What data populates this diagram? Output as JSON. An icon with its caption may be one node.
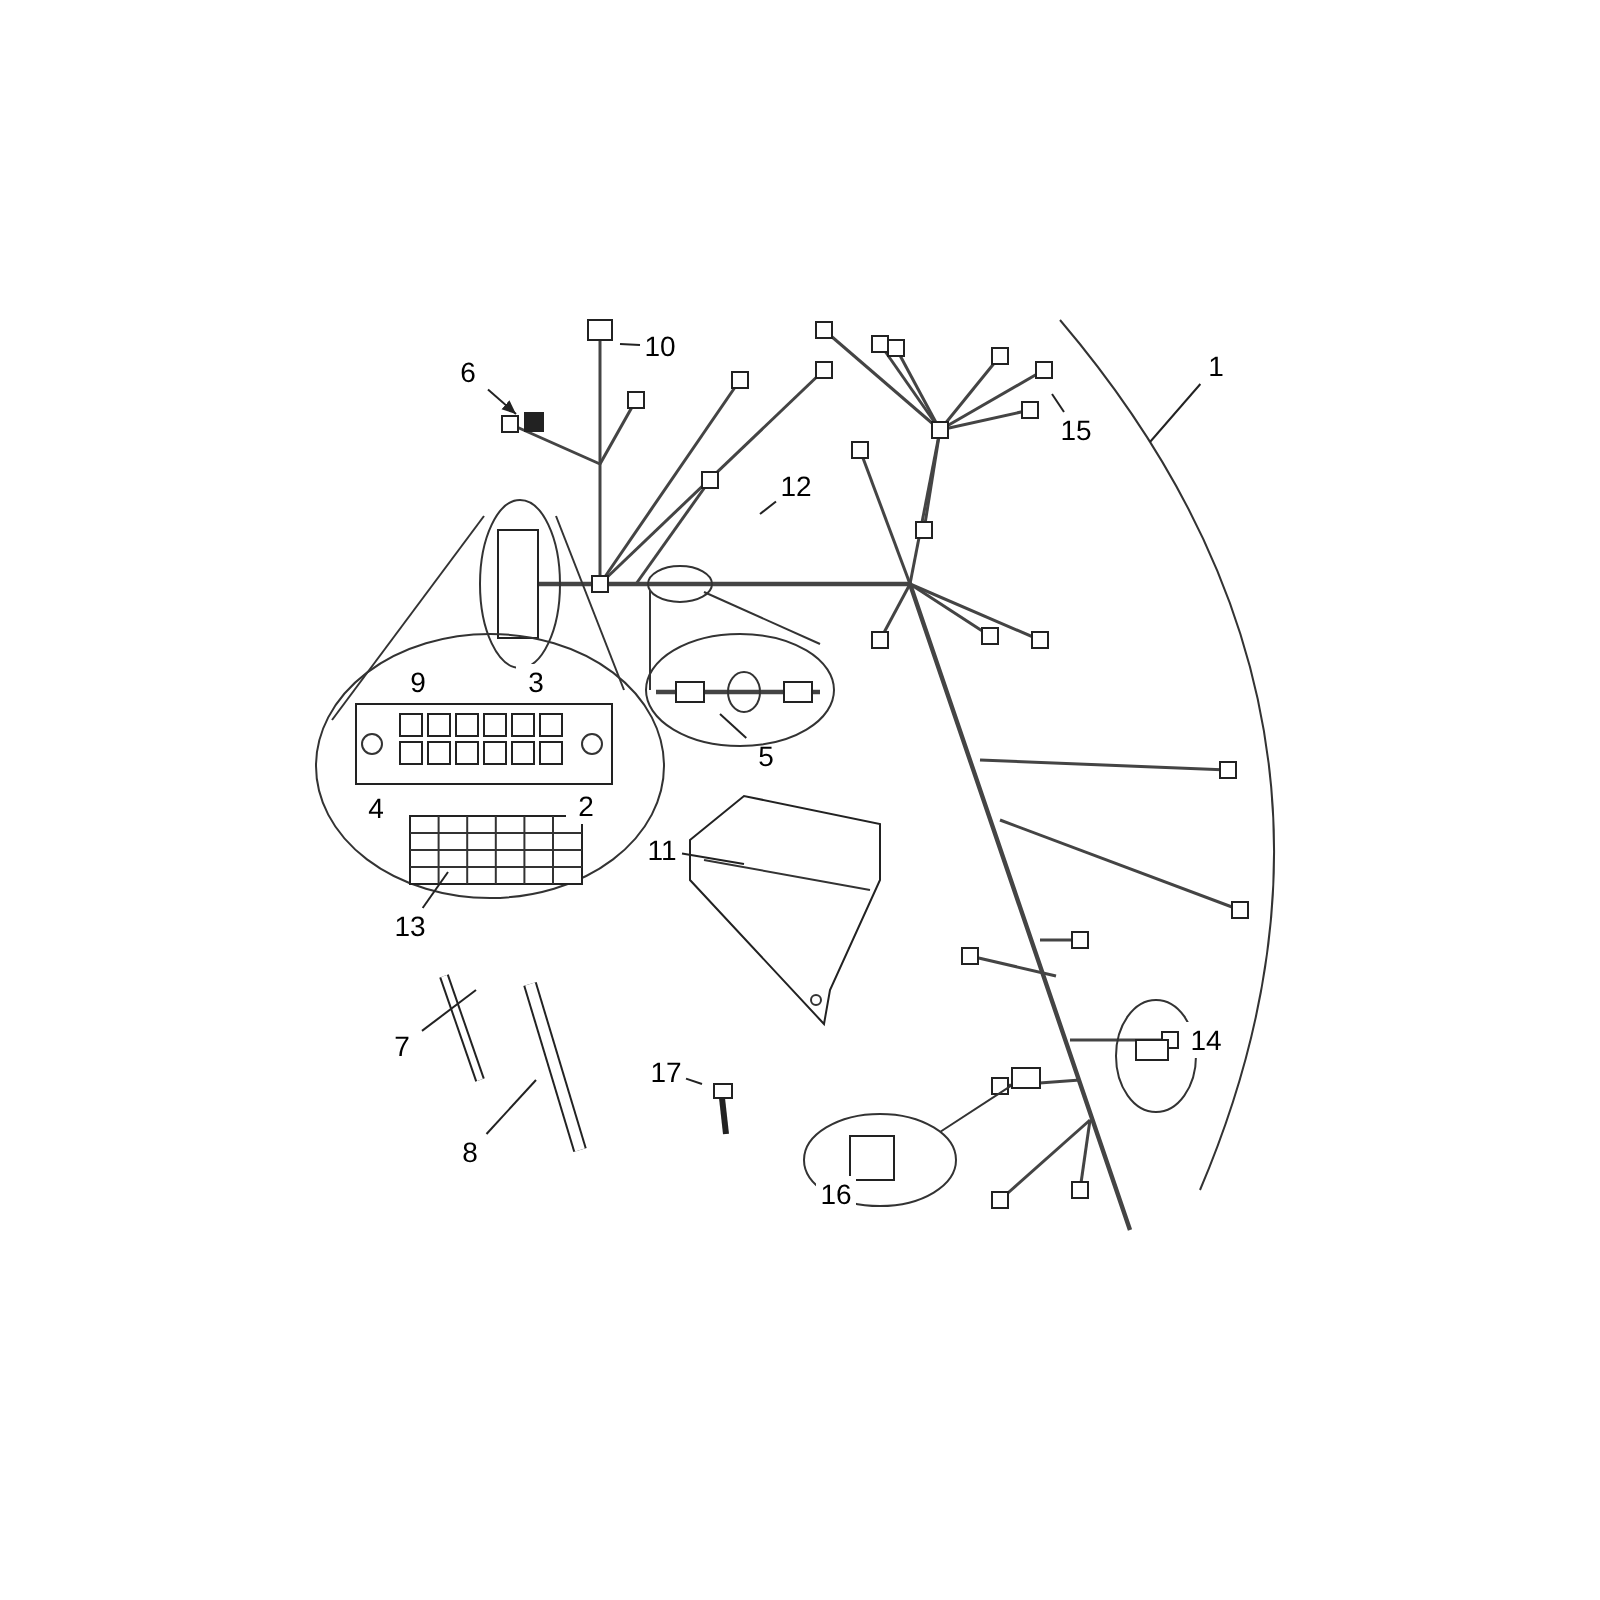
{
  "diagram": {
    "nodes": [
      {
        "text": [
          "1"
        ]
      },
      {
        "text": [
          "10"
        ]
      },
      {
        "text": [
          "6"
        ]
      },
      {
        "text": [
          "15"
        ]
      },
      {
        "text": [
          "12"
        ]
      },
      {
        "text": [
          "5"
        ]
      },
      {
        "text": [
          "13"
        ]
      },
      {
        "text": [
          "11"
        ]
      },
      {
        "text": [
          "7"
        ]
      },
      {
        "text": [
          "17"
        ]
      },
      {
        "text": [
          "8"
        ]
      }
    ],
    "edges": [
      {
        "from": 0,
        "to": null,
        "arrow": "none"
      },
      {
        "from": 1,
        "to": null,
        "arrow": "none"
      },
      {
        "from": 2,
        "to": null,
        "arrow": "to"
      },
      {
        "from": 3,
        "to": null,
        "arrow": "none"
      },
      {
        "from": 4,
        "to": null,
        "arrow": "none"
      },
      {
        "from": 5,
        "to": null,
        "arrow": "none"
      },
      {
        "from": 6,
        "to": null,
        "arrow": "none"
      },
      {
        "from": 7,
        "to": null,
        "arrow": "none"
      },
      {
        "from": 8,
        "to": null,
        "arrow": "none"
      },
      {
        "from": 9,
        "to": null,
        "arrow": "none"
      },
      {
        "from": 10,
        "to": null,
        "arrow": "none"
      }
    ],
    "labels": [
      "9",
      "3",
      "4",
      "2",
      "14",
      "16"
    ]
  }
}
